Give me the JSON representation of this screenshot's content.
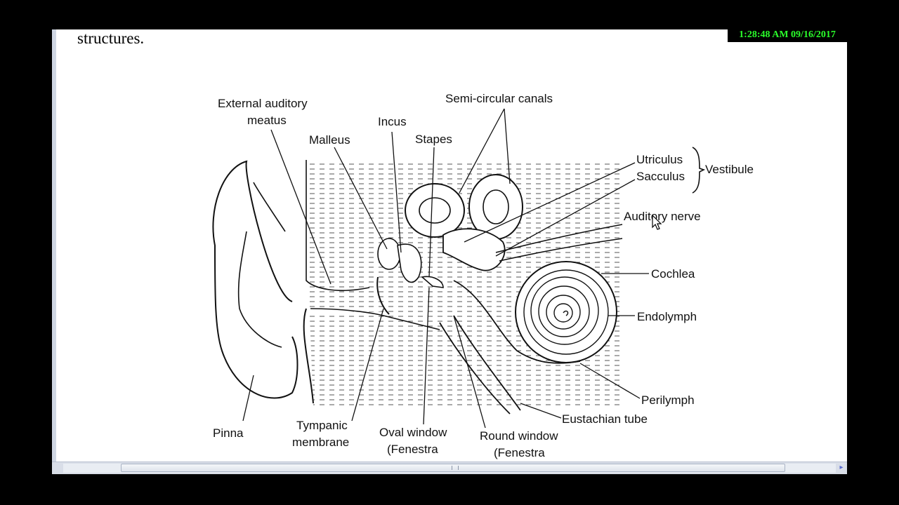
{
  "document": {
    "text_fragment": "structures."
  },
  "timestamp": "1:28:48 AM 09/16/2017",
  "diagram": {
    "labels": {
      "external_auditory": "External auditory",
      "meatus": "meatus",
      "malleus": "Malleus",
      "incus": "Incus",
      "stapes": "Stapes",
      "semicircular": "Semi-circular canals",
      "utriculus": "Utriculus",
      "sacculus": "Sacculus",
      "vestibule": "Vestibule",
      "auditory_nerve": "Auditory nerve",
      "cochlea": "Cochlea",
      "endolymph": "Endolymph",
      "perilymph": "Perilymph",
      "eustachian": "Eustachian tube",
      "pinna": "Pinna",
      "tympanic": "Tympanic",
      "membrane": "membrane",
      "oval_window": "Oval window",
      "oval_fenestra": "(Fenestra",
      "round_window": "Round window",
      "round_fenestra": "(Fenestra"
    }
  },
  "scrollbar": {
    "right_arrow": "▸"
  },
  "colors": {
    "timestamp_text": "#2bff2b",
    "scrollbar_arrow": "#5a6bd0"
  }
}
